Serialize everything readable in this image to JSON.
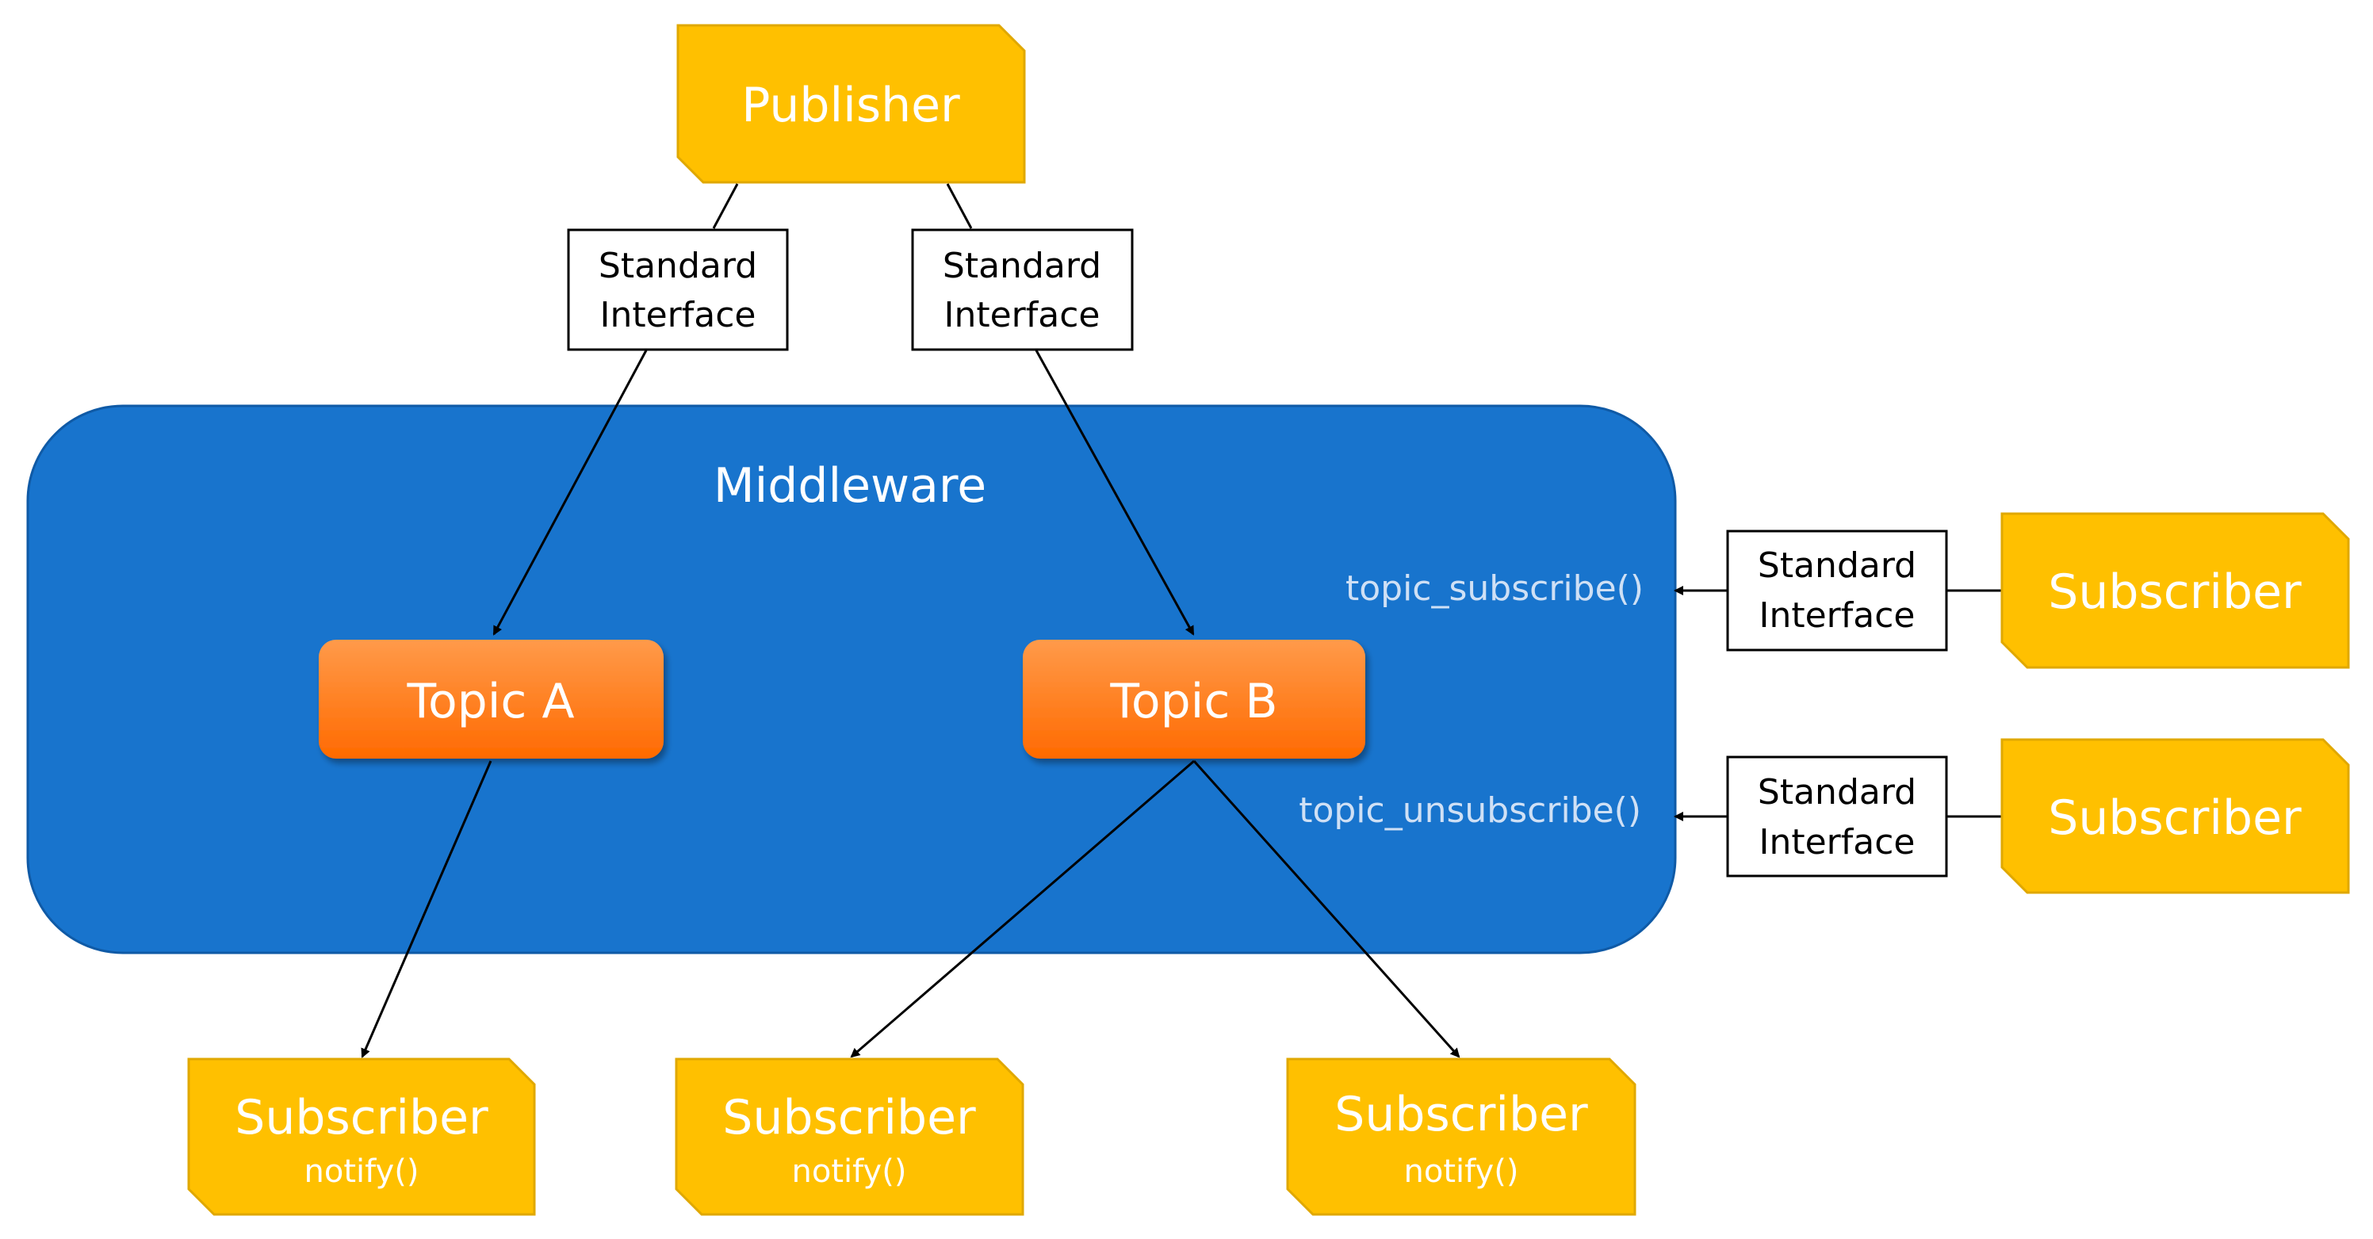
{
  "publisher": {
    "label": "Publisher"
  },
  "middleware": {
    "label": "Middleware"
  },
  "interface": {
    "line1": "Standard",
    "line2": "Interface"
  },
  "topics": {
    "a": "Topic A",
    "b": "Topic B"
  },
  "functions": {
    "subscribe": "topic_subscribe()",
    "unsubscribe": "topic_unsubscribe()"
  },
  "subscriber": {
    "label": "Subscriber",
    "method": "notify()"
  },
  "colors": {
    "publisher_fill": "#FFC000",
    "middleware_fill": "#1874CD",
    "topic_fill": "#FF7518",
    "interface_border": "#000000"
  }
}
